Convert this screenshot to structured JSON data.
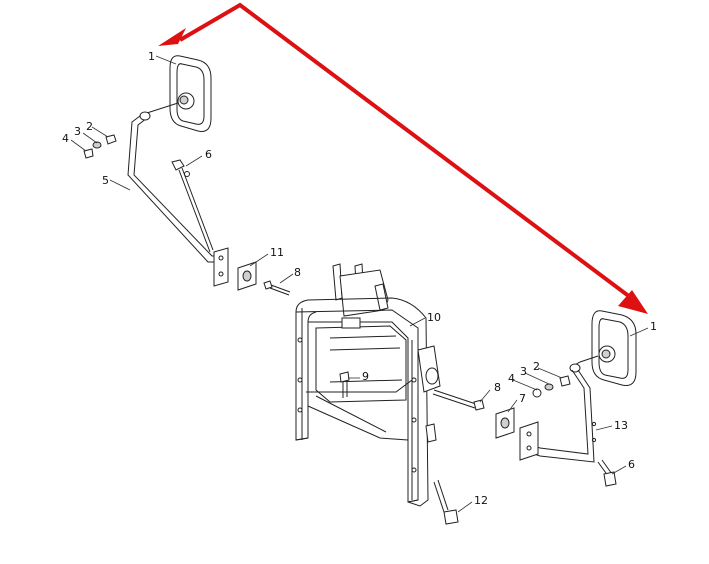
{
  "diagram": {
    "callouts": {
      "c1_top": "1",
      "c1_right": "1",
      "c2_left": "2",
      "c3_left": "3",
      "c4_left": "4",
      "c5": "5",
      "c6_top": "6",
      "c11": "11",
      "c8_left": "8",
      "c10": "10",
      "c9": "9",
      "c8_right": "8",
      "c4_right": "4",
      "c3_right": "3",
      "c2_right": "2",
      "c7": "7",
      "c13": "13",
      "c6_bottom": "6",
      "c12": "12"
    },
    "arrow_color": "#dd1111"
  }
}
